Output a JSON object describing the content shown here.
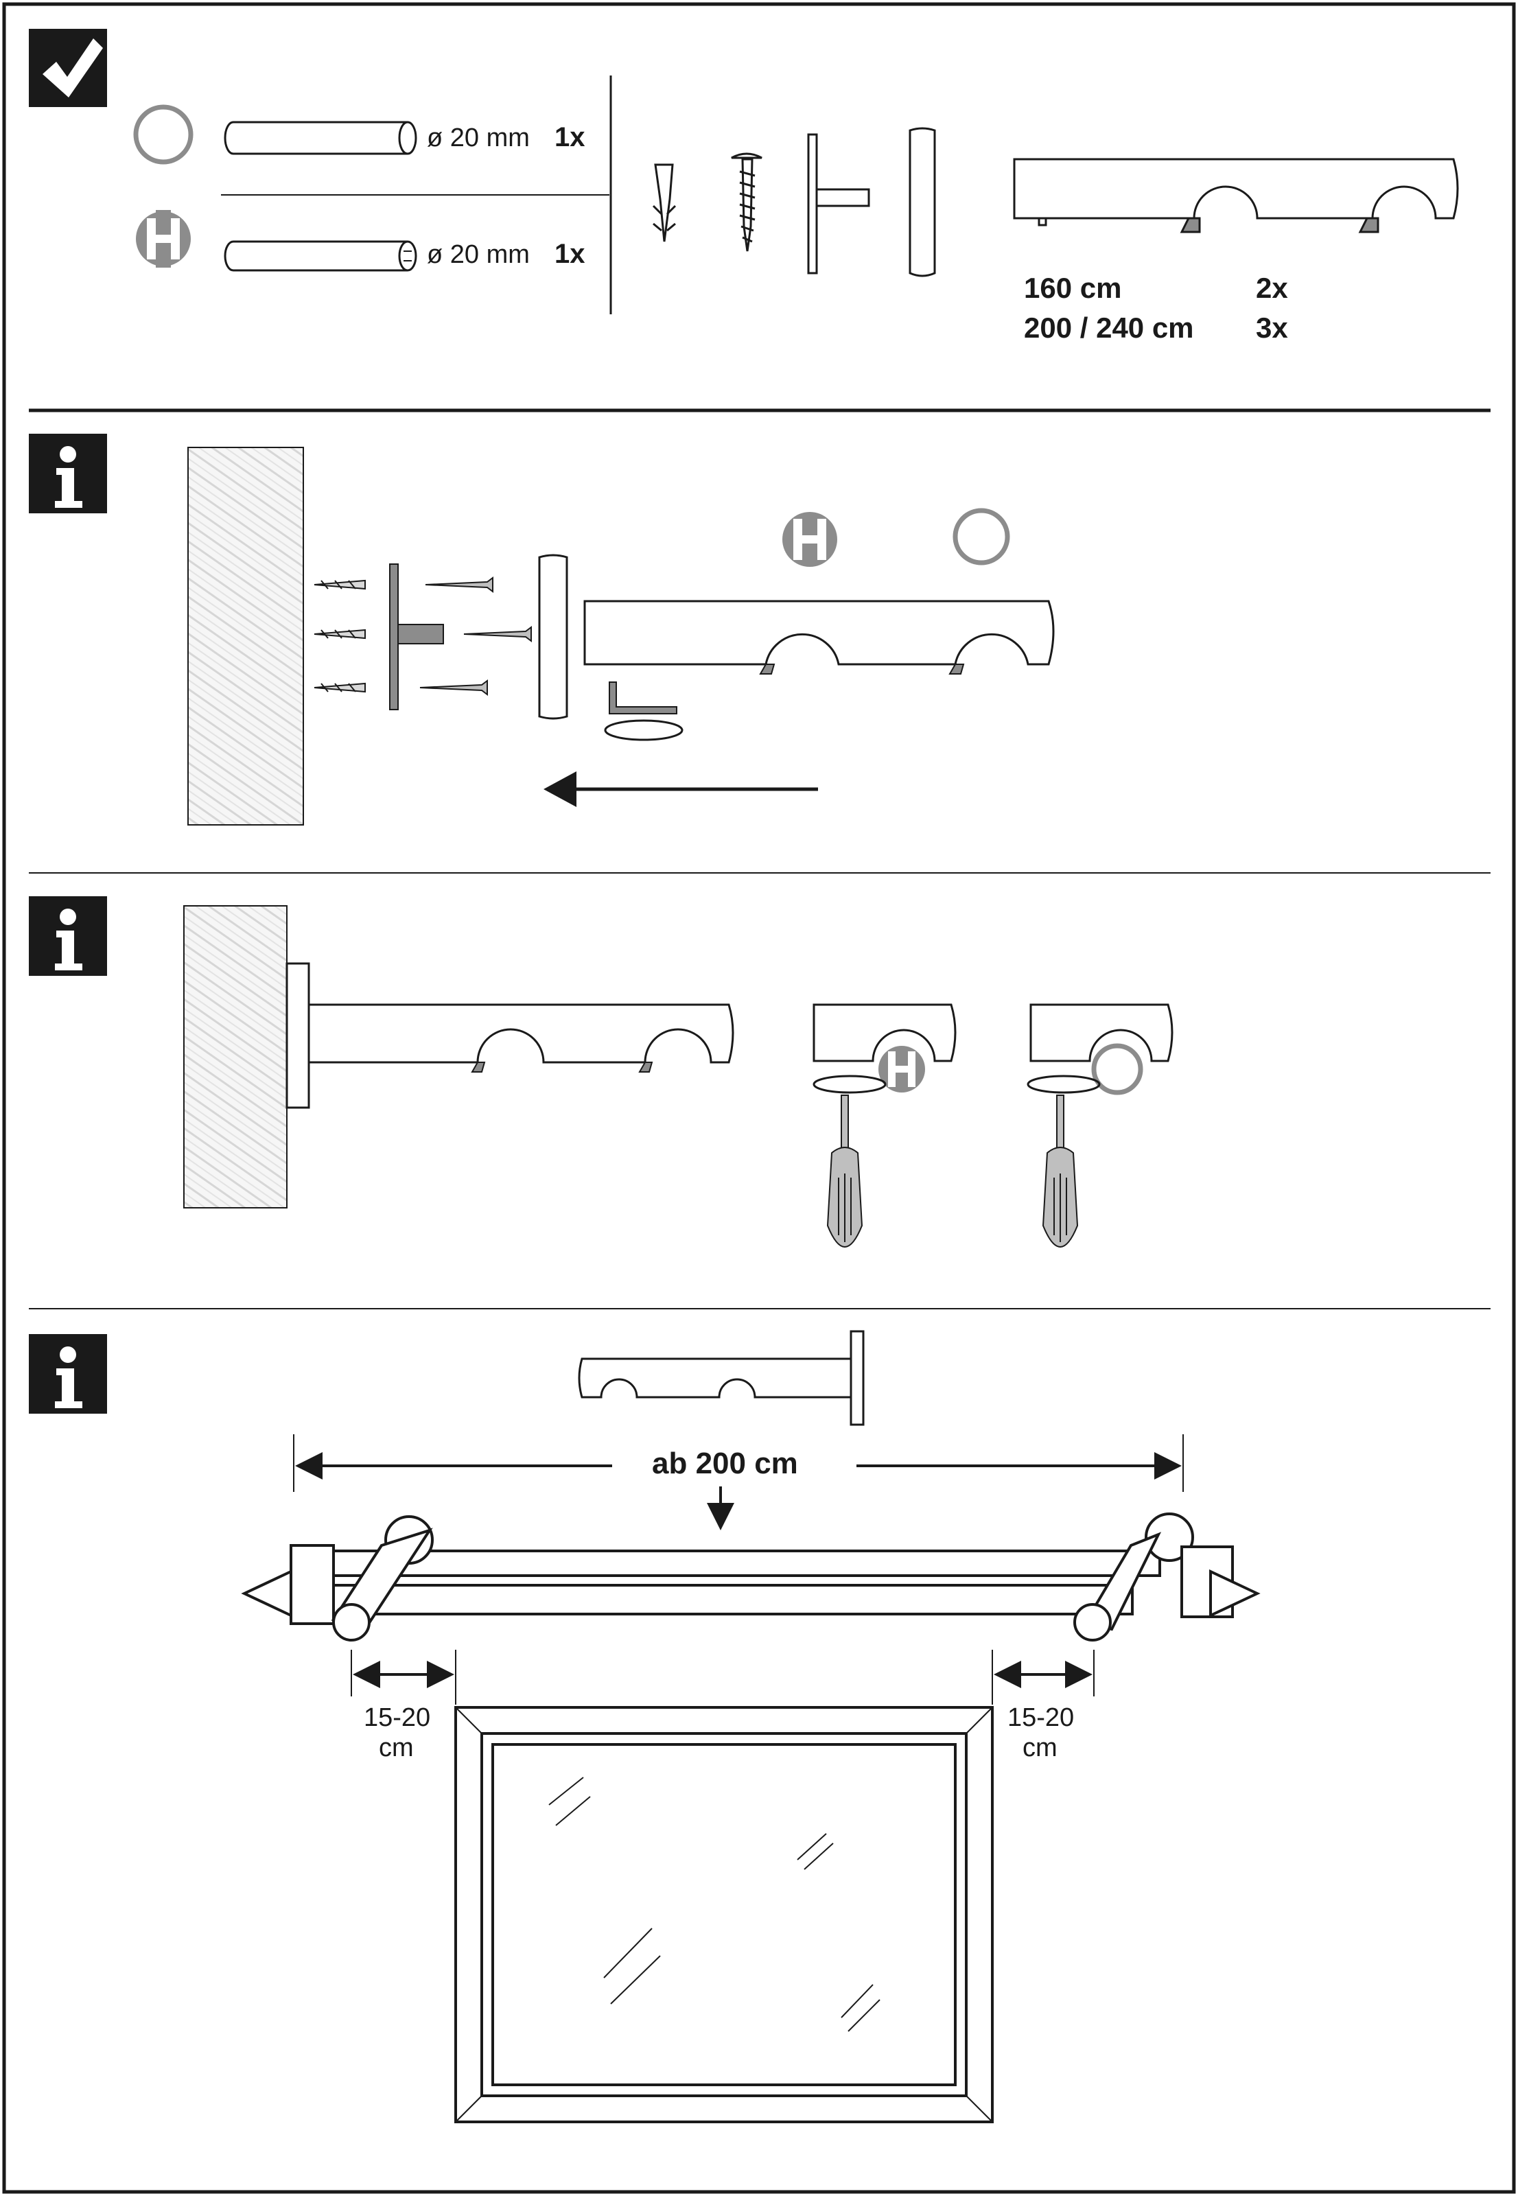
{
  "sections": [
    {
      "badge_icon": "checkmark-icon",
      "rods": [
        {
          "icon": "round-profile-icon",
          "diameter": "ø 20 mm",
          "qty": "1x"
        },
        {
          "icon": "h-profile-icon",
          "diameter": "ø 20 mm",
          "qty": "1x"
        }
      ],
      "hardware_icons": [
        "wall-plug-icon",
        "screw-icon",
        "wall-bracket-icon",
        "rosette-cover-icon",
        "double-bracket-arm-icon"
      ],
      "bracket_counts": [
        {
          "length": "160 cm",
          "qty": "2x"
        },
        {
          "length": "200 / 240 cm",
          "qty": "3x"
        }
      ]
    },
    {
      "badge_icon": "info-icon",
      "step": "mount-bracket-to-wall"
    },
    {
      "badge_icon": "info-icon",
      "step": "insert-rods-and-tighten-screws"
    },
    {
      "badge_icon": "info-icon",
      "step": "position-rod-over-window",
      "center_label": "ab 200 cm",
      "overhang_left": [
        "15-20",
        "cm"
      ],
      "overhang_right": [
        "15-20",
        "cm"
      ]
    }
  ],
  "colors": {
    "line": "#1a1a1a",
    "badge": "#1a1a1a",
    "grey": "#8c8c8c",
    "light_grey": "#bfbfbf",
    "wall_fill": "#f2f2f2"
  }
}
